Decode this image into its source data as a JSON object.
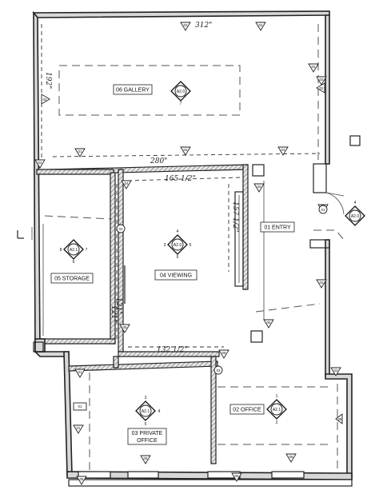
{
  "rooms": {
    "gallery": "06 GALLERY",
    "storage": "05 STORAGE",
    "viewing": "04 VIEWING",
    "entry": "01 ENTRY",
    "office": "02 OFFICE",
    "private_office_line1": "03 PRIVATE",
    "private_office_line2": "OFFICE"
  },
  "section_markers": {
    "gallery": {
      "sheet": "A2.0",
      "top": "",
      "bottom": "7",
      "left": "",
      "right": ""
    },
    "storage": {
      "sheet": "A2.1",
      "top": "",
      "bottom": "6",
      "left": "8",
      "right": "7"
    },
    "viewing": {
      "sheet": "A2.0",
      "top": "4",
      "bottom": "6",
      "left": "3",
      "right": "5"
    },
    "private_office": {
      "sheet": "A2.1",
      "top": "3",
      "bottom": "5",
      "left": "",
      "right": "4"
    },
    "office": {
      "sheet": "A2.1",
      "top": "1",
      "bottom": "2",
      "left": "",
      "right": ""
    },
    "entry_door": {
      "sheet": "A2.0",
      "top": "4",
      "bottom": "",
      "left": "",
      "right": ""
    }
  },
  "tags": {
    "t02": "02",
    "t03": "03",
    "t04": "04",
    "t05": "05",
    "t01": "01",
    "t06": "06"
  },
  "dimensions": {
    "top": "312\"",
    "gallery_span": "280\"",
    "viewing_top": "165 1/2\"",
    "viewing_bottom": "132 1/2\"",
    "viewing_left": "121\"",
    "storage_left": "121\"",
    "left_wall": "192\"",
    "viewing_side": "157 1/2\""
  }
}
